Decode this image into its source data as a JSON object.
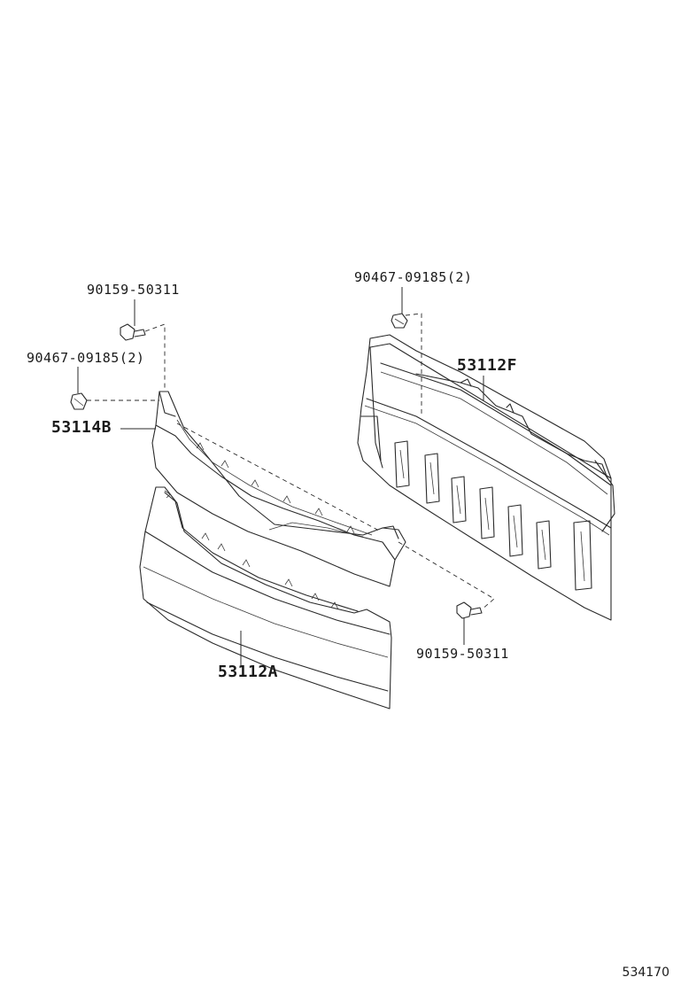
{
  "labels": {
    "fastener_upper_left": "90159-50311",
    "fastener_mid_left": "90467-09185(2)",
    "fastener_upper_right": "90467-09185(2)",
    "fastener_lower_right": "90159-50311",
    "part_53114B": "53114B",
    "part_53112F": "53112F",
    "part_53112A": "53112A"
  },
  "catalog_ref": "534170"
}
